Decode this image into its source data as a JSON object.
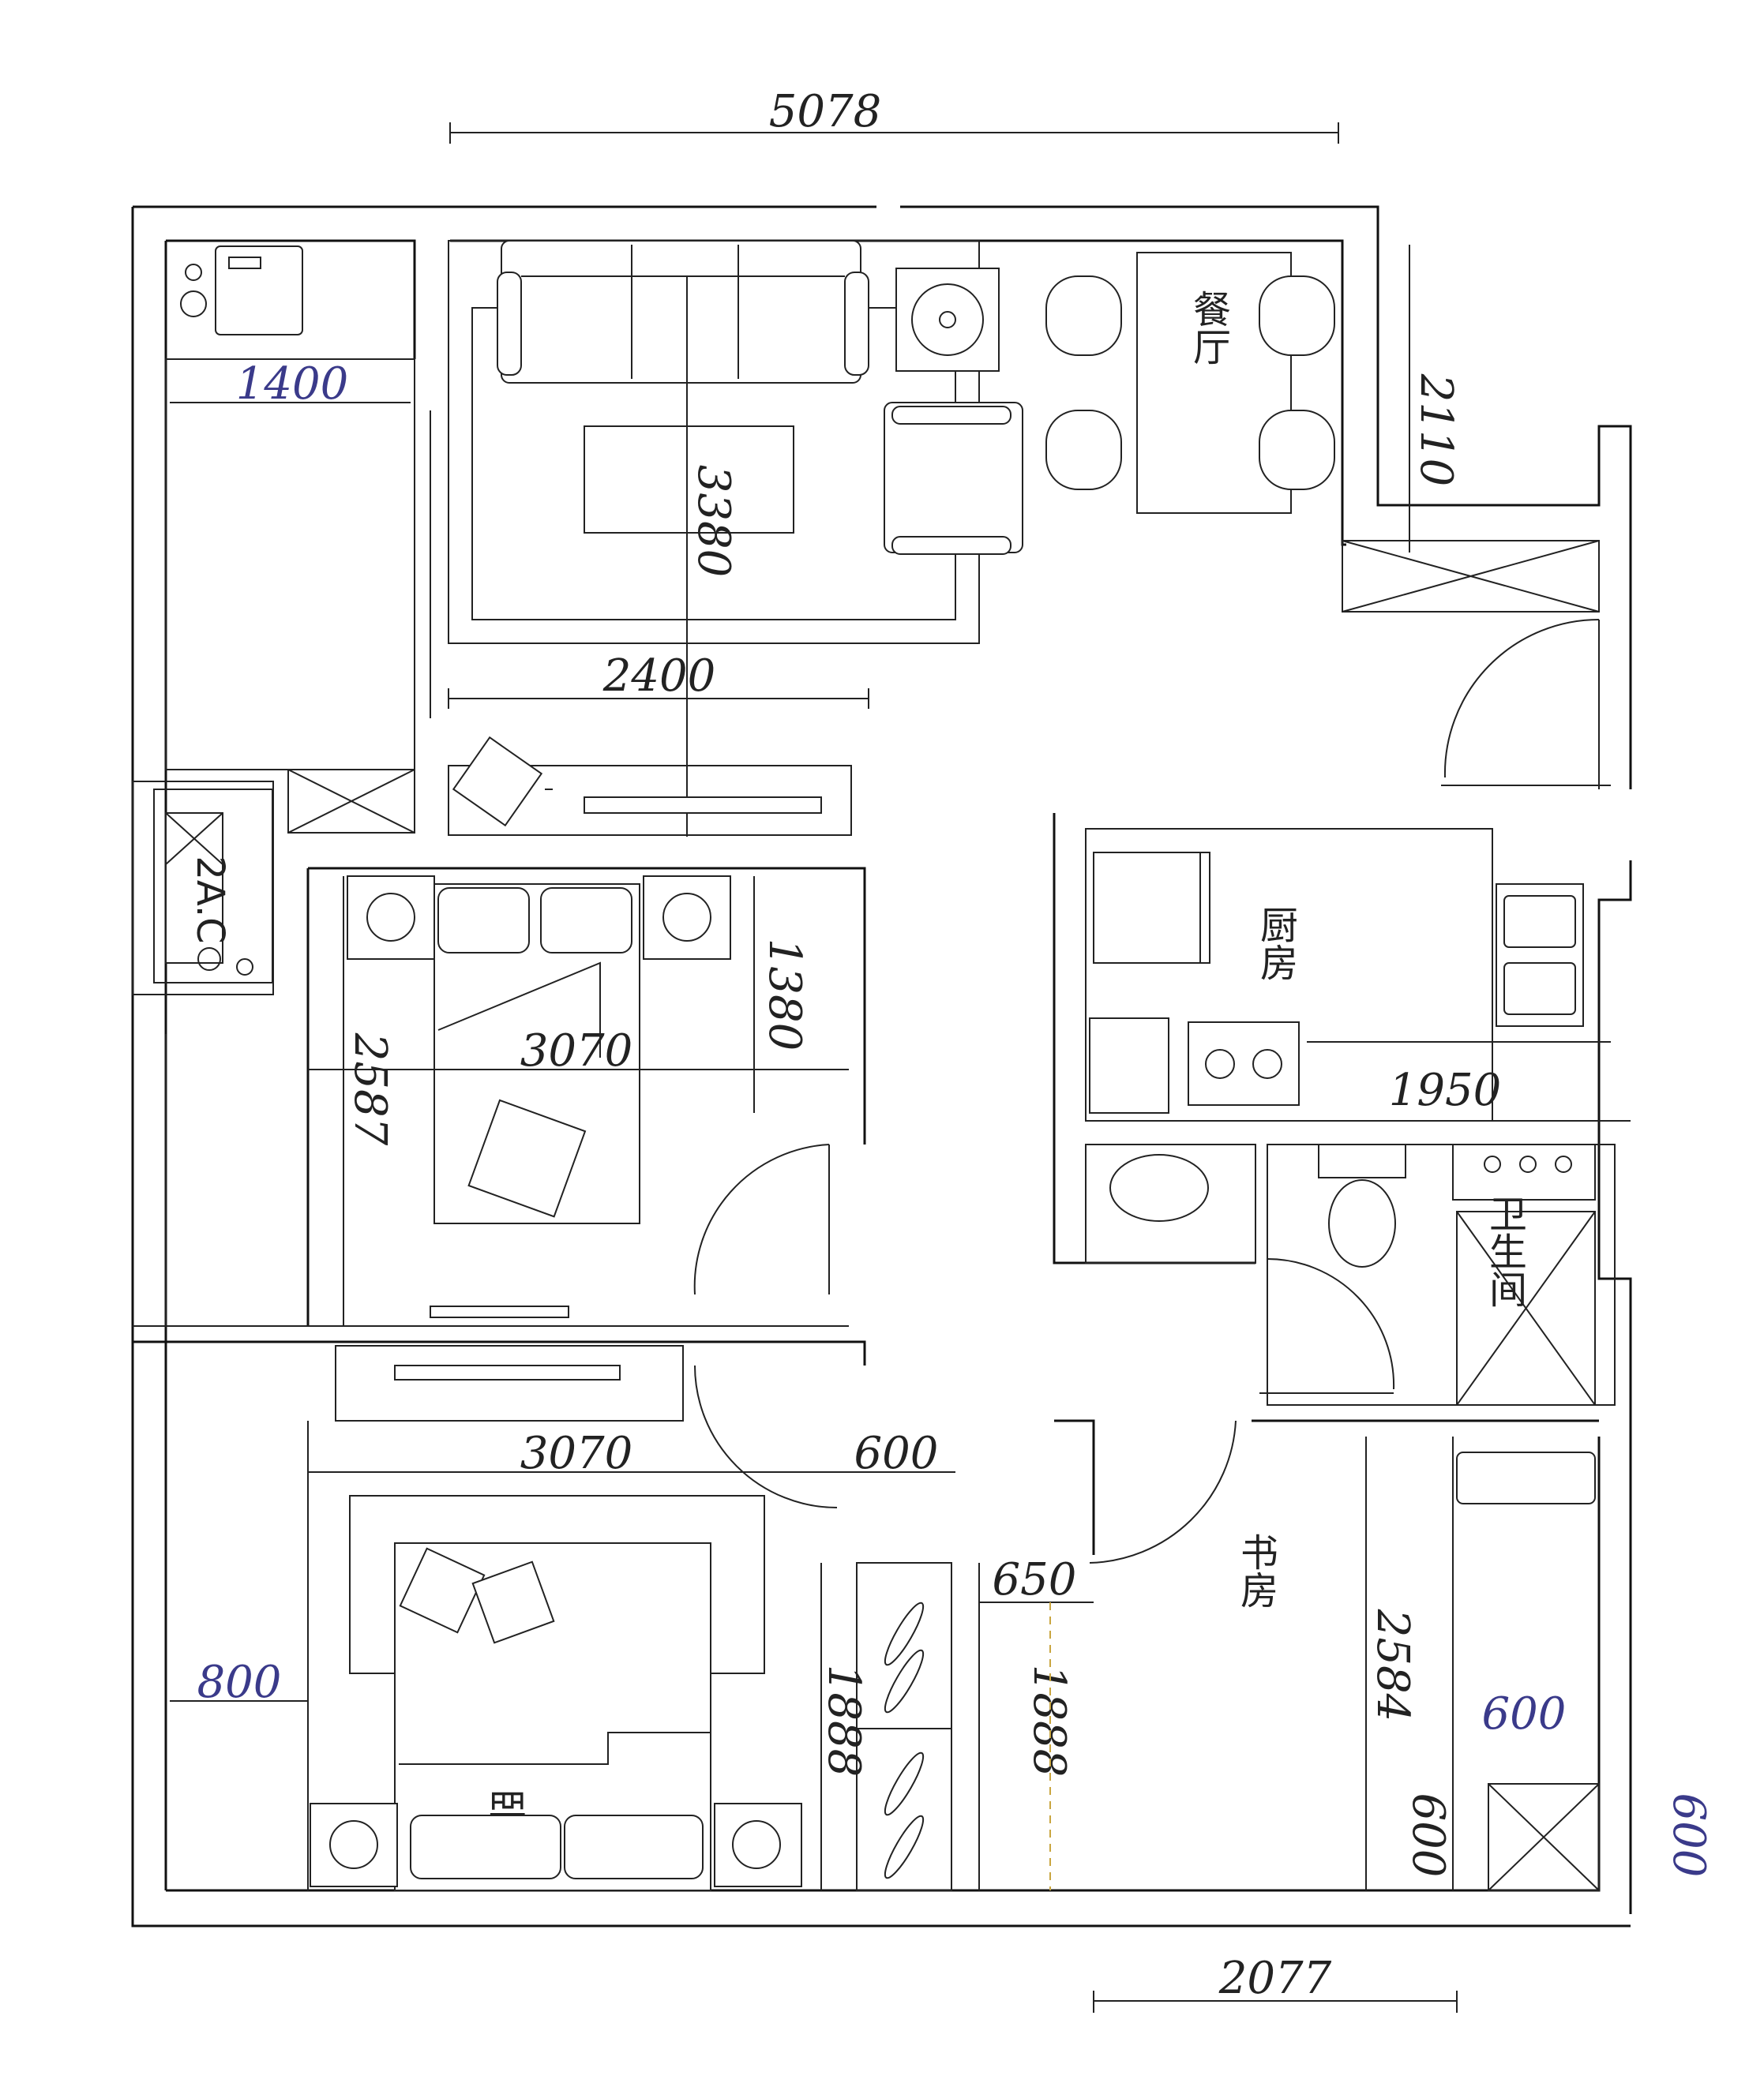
{
  "dimensions": {
    "top_overall": "5078",
    "bottom_overall": "2077",
    "balcony_width": "1400",
    "living_width": "2400",
    "living_depth": "3380",
    "right_top": "2110",
    "kitchen_width": "1950",
    "bedroom1_width": "3070",
    "bedroom1_depth": "2587",
    "bedroom1_closet": "1380",
    "bedroom2_width": "3070",
    "hall_600": "600",
    "left_800": "800",
    "wardrobe_1888_a": "1888",
    "wardrobe_1888_b": "1888",
    "study_650": "650",
    "study_depth": "2584",
    "right_600_a": "600",
    "right_600_b": "600",
    "right_600_c": "600"
  },
  "rooms": {
    "dining": "餐厅",
    "kitchen": "厨房",
    "bathroom": "卫生间",
    "study": "书房",
    "bedroom_mark": "卧",
    "ac_label": "2A.C"
  }
}
